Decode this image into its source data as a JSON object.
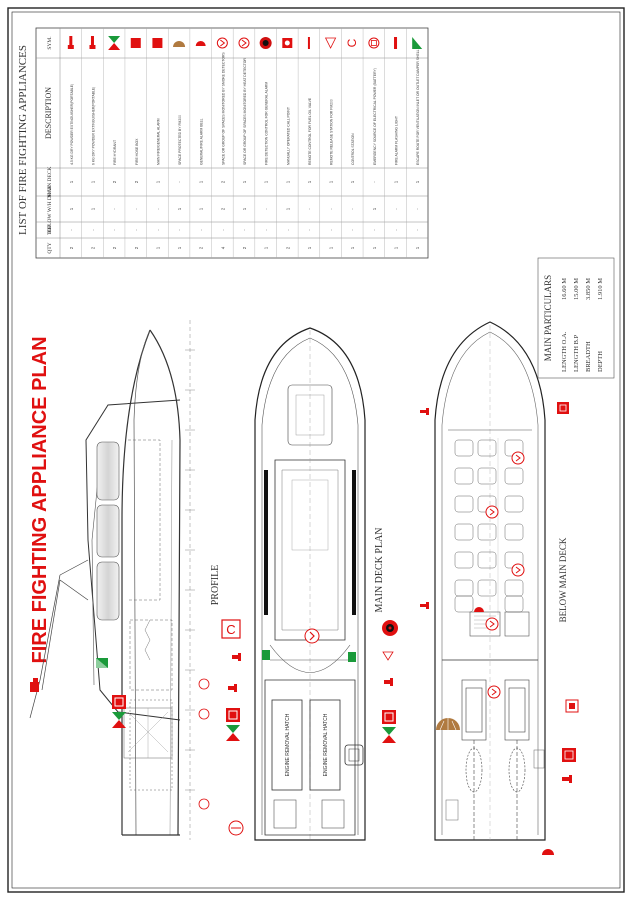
{
  "title": "FIRE FIGHTING APPLIANCE PLAN",
  "views": {
    "profile": "PROFILE",
    "main_deck": "MAIN DECK PLAN",
    "below_main_deck": "BELOW MAIN DECK"
  },
  "hatches": {
    "engine_removal": "ENGINE REMOVAL HATCH"
  },
  "legend": {
    "title": "LIST OF FIRE FIGHTING APPLIANCES",
    "headers": {
      "sym": "SYM.",
      "description": "DESCRIPTION",
      "main_deck": "MAIN DECK",
      "below_wh_deck": "BELOW W/H DECK",
      "top": "TOP",
      "qty": "QTY"
    },
    "rows": [
      {
        "symbol": "extinguisher-icon",
        "color": "#e01010",
        "description": "4.5 KG DRY POWDER EXTINGUISHER(PORTABLE)",
        "main": "1",
        "below": "1",
        "top": "-",
        "qty": "2"
      },
      {
        "symbol": "extinguisher-icon",
        "color": "#e01010",
        "description": "6 KG DRY POWDER EXTINGUISHER(PORTABLE)",
        "main": "1",
        "below": "1",
        "top": "-",
        "qty": "2"
      },
      {
        "symbol": "hydrant-icon",
        "color": "#1a9a3a",
        "description": "FIRE HYDRANT",
        "main": "2",
        "below": "-",
        "top": "-",
        "qty": "2"
      },
      {
        "symbol": "hose-box-icon",
        "color": "#e01010",
        "description": "FIRE HOSE BOX",
        "main": "2",
        "below": "-",
        "top": "-",
        "qty": "2"
      },
      {
        "symbol": "alarm-icon",
        "color": "#e01010",
        "description": "MAIN FIRE/GENERAL ALARM",
        "main": "1",
        "below": "-",
        "top": "-",
        "qty": "1"
      },
      {
        "symbol": "space-protected-icon",
        "color": "#b07a40",
        "description": "SPACE PROTECTED BY FM200",
        "main": "-",
        "below": "1",
        "top": "-",
        "qty": "1"
      },
      {
        "symbol": "bell-icon",
        "color": "#e01010",
        "description": "GENERAL/FIRE ALARM BELL",
        "main": "1",
        "below": "1",
        "top": "-",
        "qty": "2"
      },
      {
        "symbol": "smoke-detector-icon",
        "color": "#e01010",
        "description": "SPACE OR GROUP OF SPACES MONITORED BY SMOKE DETECTORS",
        "main": "2",
        "below": "2",
        "top": "-",
        "qty": "4"
      },
      {
        "symbol": "heat-detector-icon",
        "color": "#e01010",
        "description": "SPACE OR GROUP OF SPACES MONITORED BY HEAT DETECTOR",
        "main": "1",
        "below": "1",
        "top": "-",
        "qty": "2"
      },
      {
        "symbol": "alarm-station-icon",
        "color": "#d01010",
        "description": "FIRE DETECTION CONTROL FOR GENERAL ALARM",
        "main": "1",
        "below": "-",
        "top": "-",
        "qty": "1"
      },
      {
        "symbol": "manual-alarm-icon",
        "color": "#e01010",
        "description": "MANUALLY OPERATED CALL POINT",
        "main": "1",
        "below": "1",
        "top": "-",
        "qty": "2"
      },
      {
        "symbol": "fuel-valve-icon",
        "color": "#e01010",
        "description": "REMOTE CONTROL FOR FUEL OIL VALVE",
        "main": "1",
        "below": "-",
        "top": "-",
        "qty": "1"
      },
      {
        "symbol": "remote-release-icon",
        "color": "#e01010",
        "description": "REMOTE RELEASE STATION FOR FM200",
        "main": "1",
        "below": "-",
        "top": "-",
        "qty": "1"
      },
      {
        "symbol": "control-station-icon",
        "color": "#e01010",
        "description": "CONTROL STATION",
        "main": "1",
        "below": "-",
        "top": "-",
        "qty": "1"
      },
      {
        "symbol": "emergency-light-icon",
        "color": "#e01010",
        "description": "EMERGENCY SOURCE OF ELECTRICAL POWER (BATTERY)",
        "main": "-",
        "below": "1",
        "top": "-",
        "qty": "1"
      },
      {
        "symbol": "fire-alarm-light-icon",
        "color": "#e01010",
        "description": "FIRE ALARM FLASHING LIGHT",
        "main": "1",
        "below": "-",
        "top": "-",
        "qty": "1"
      },
      {
        "symbol": "escape-icon",
        "color": "#1a9a3a",
        "description": "ESCAPE ROUTE FOR VENTILATION INLET OR OUTLET DAMPER SHELL",
        "main": "1",
        "below": "-",
        "top": "-",
        "qty": "1"
      }
    ]
  },
  "particulars": {
    "title": "MAIN PARTICULARS",
    "items": [
      {
        "label": "LENGTH O.A.",
        "value": "16.60 M"
      },
      {
        "label": "LENGTH B.P",
        "value": "15.00 M"
      },
      {
        "label": "BREADTH",
        "value": "3.850 M"
      },
      {
        "label": "DEPTH",
        "value": "1.910 M"
      }
    ]
  },
  "colors": {
    "red": "#e01010",
    "green": "#1a9a3a",
    "line": "#333333",
    "brown": "#b07a40"
  }
}
